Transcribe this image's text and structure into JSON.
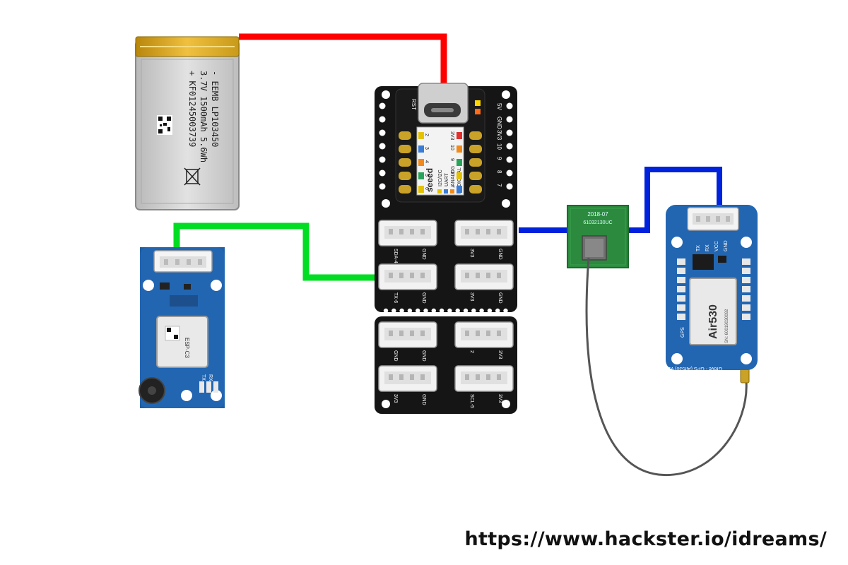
{
  "colors": {
    "wire_power": "#ff0000",
    "wire_gps": "#0022dd",
    "wire_wifi": "#00dd22",
    "board": "#111111",
    "grove_blue": "#1f5fa6",
    "battery": "#c9c9c9"
  },
  "battery": {
    "label_lines": [
      "- EEMB LP103450",
      "3.7V 1500mAh 5.6Wh",
      "+ KF01245003739"
    ]
  },
  "xiao": {
    "usb_label": "RST",
    "brand": "seeed",
    "legend": [
      "I2C/I2C",
      "UART",
      "ANALOG",
      "DIGITAL"
    ],
    "left_pins": [
      "2",
      "3",
      "4",
      "5",
      "6"
    ],
    "right_pins": [
      "3V3",
      "10",
      "9",
      "8",
      "7"
    ],
    "side_pins": [
      "5V",
      "GND",
      "3V3",
      "10",
      "9",
      "8",
      "7"
    ]
  },
  "grove_ports": [
    {
      "label": "SDA-4",
      "right": "GND"
    },
    {
      "label": "3V3",
      "right": "GND"
    },
    {
      "label": "TX-6",
      "right": "GND"
    },
    {
      "label": "3V3",
      "right": "GND"
    },
    {
      "label": "GND",
      "right": "GND"
    },
    {
      "label": "2",
      "right": "3V3"
    },
    {
      "label": "3V3",
      "right": "GND"
    },
    {
      "label": "SCL-5",
      "right": "3V3"
    }
  ],
  "antenna": {
    "date": "2018-07",
    "code": "61032130UC"
  },
  "gps_module": {
    "chip_label": "Air530",
    "sn": "SN: 60019030092",
    "pins": [
      "TX",
      "RX",
      "VCC",
      "GND"
    ],
    "side_label": "GPS",
    "bottom_label": "Grove - GPS (Air530) v1.0"
  },
  "wifi_module": {
    "chip_label": "ESP-C3",
    "pins": [
      "TX",
      "RX"
    ]
  },
  "credit": "https://www.hackster.io/idreams/"
}
